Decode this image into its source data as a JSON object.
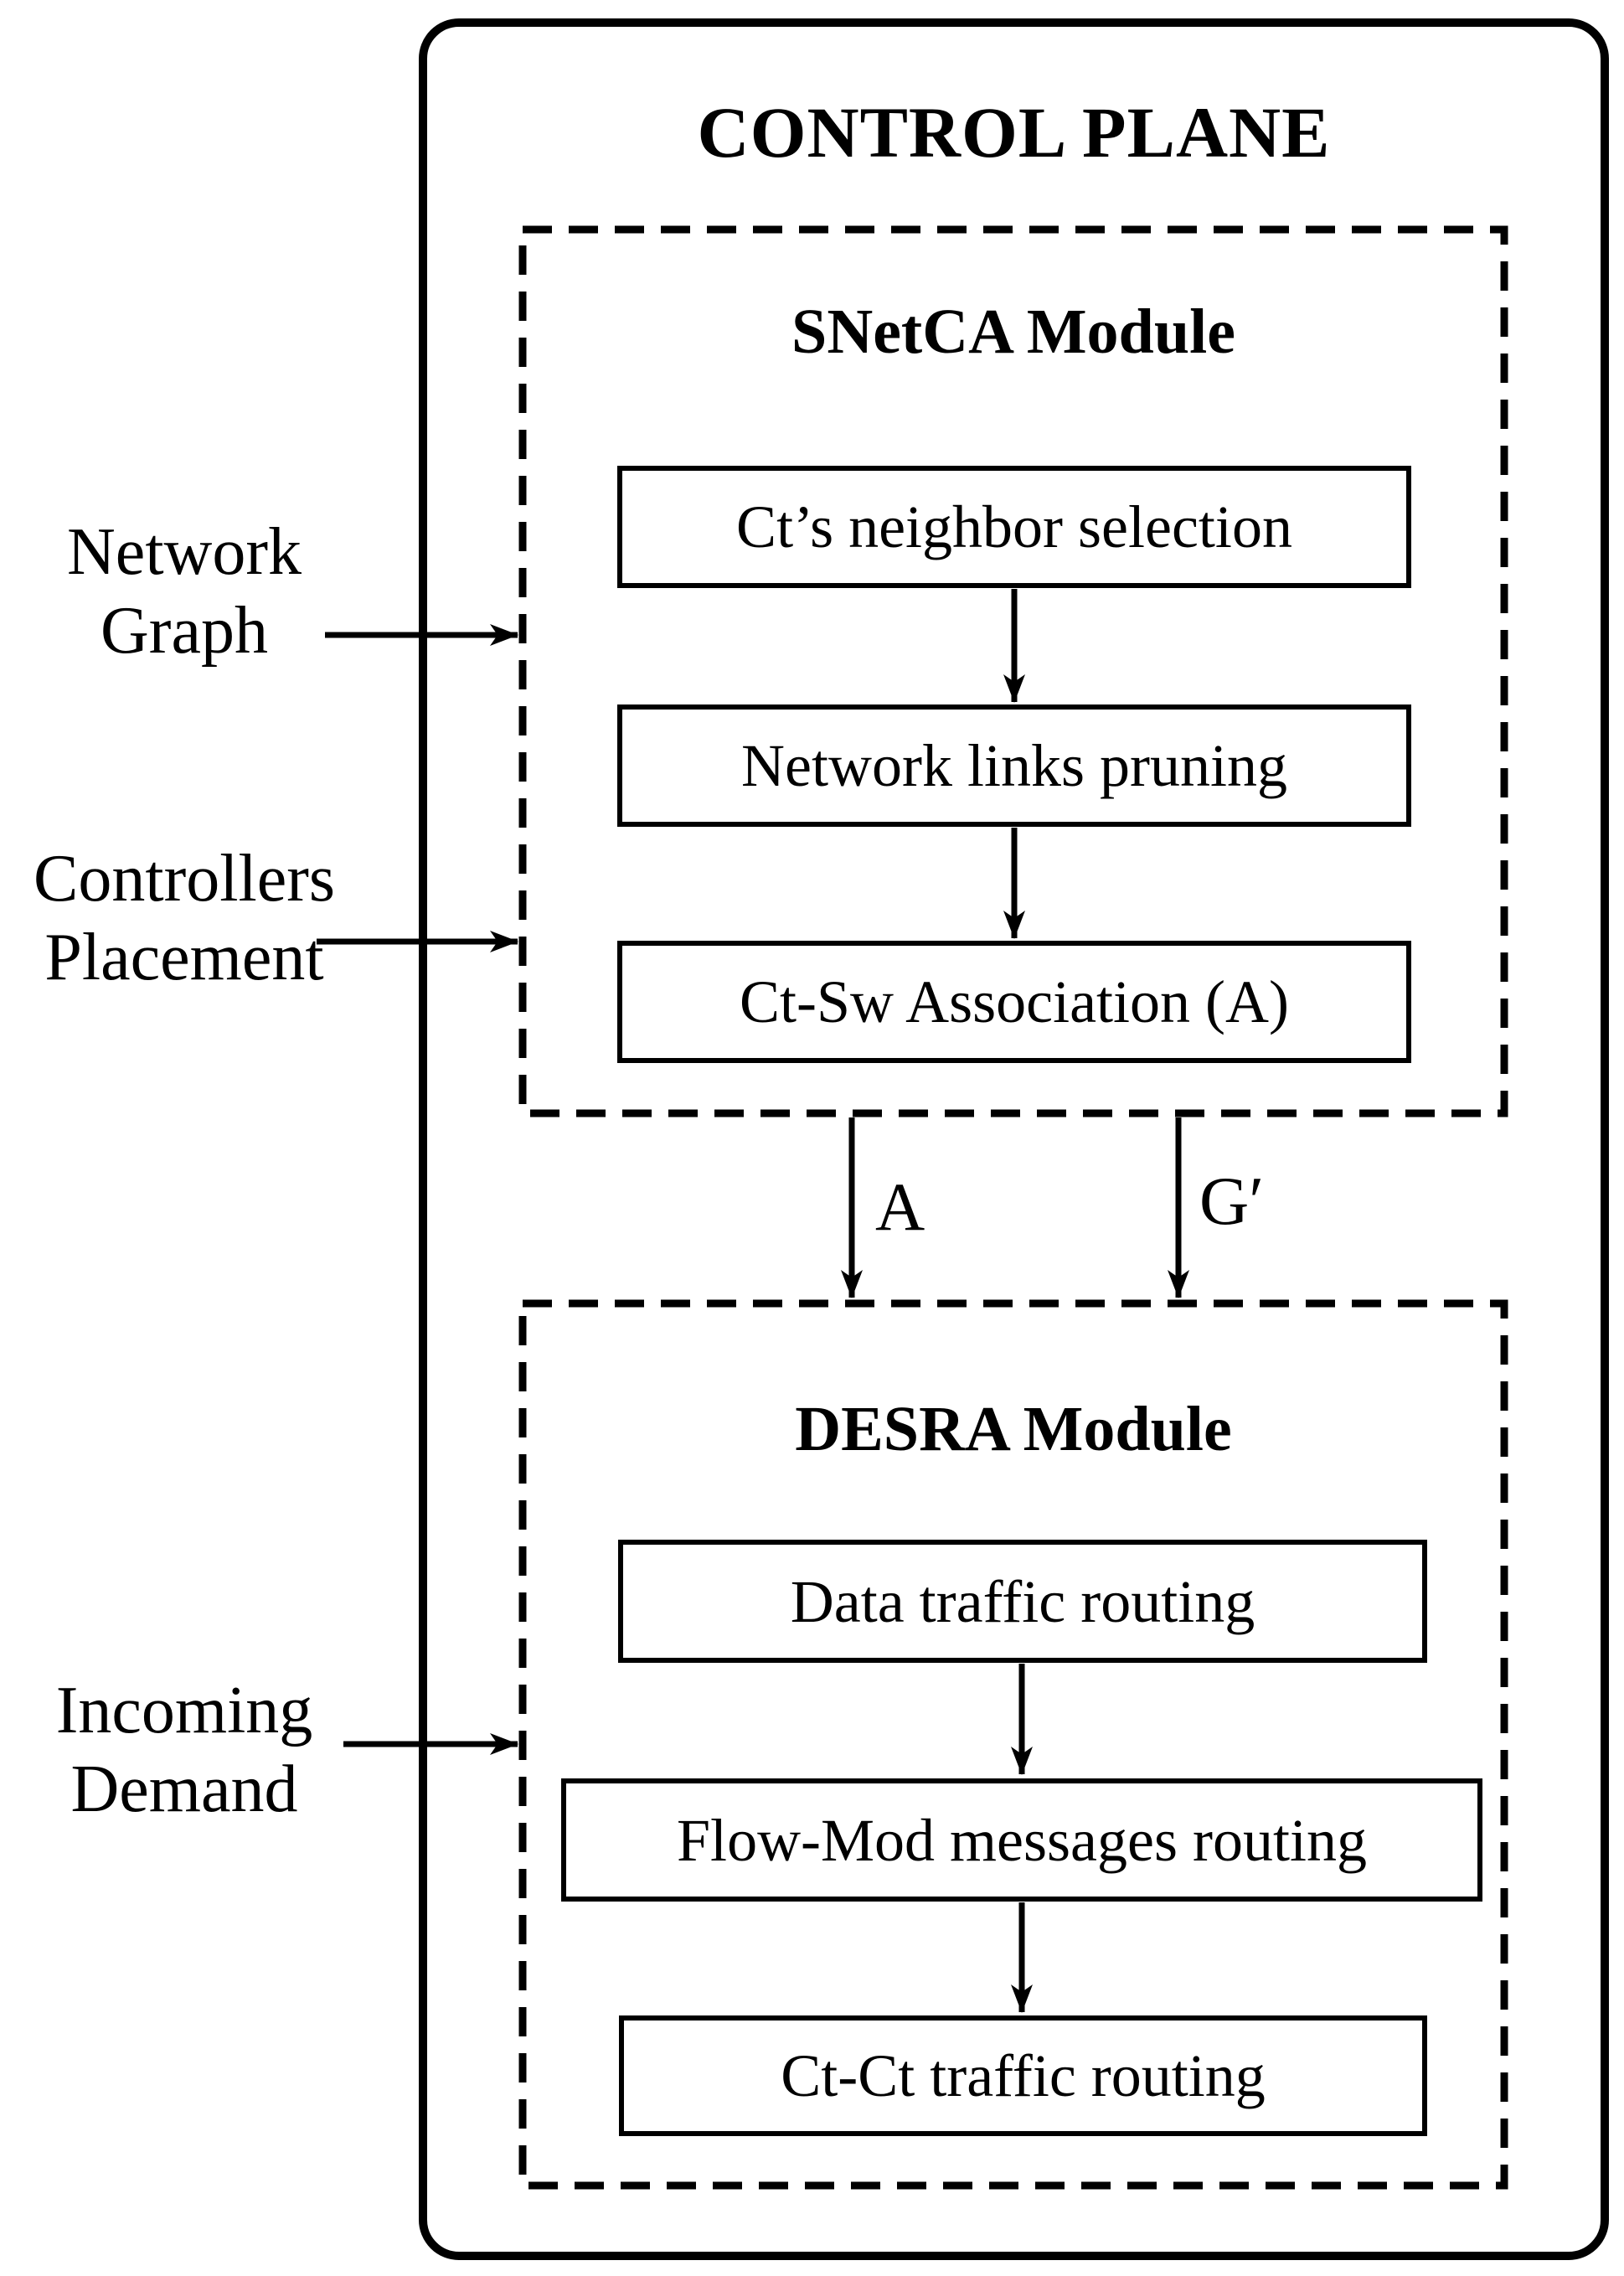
{
  "diagram": {
    "title": "CONTROL PLANE",
    "colors": {
      "ink": "#000000",
      "background": "#ffffff"
    },
    "modules": [
      {
        "title": "SNetCA Module",
        "boxes": [
          "Ct’s neighbor selection",
          "Network links pruning",
          "Ct-Sw Association (A)"
        ]
      },
      {
        "title": "DESRA Module",
        "boxes": [
          "Data traffic routing",
          "Flow-Mod messages routing",
          "Ct-Ct traffic routing"
        ]
      }
    ],
    "inter_module_arrows": [
      {
        "label": "A"
      },
      {
        "label": "G′"
      }
    ],
    "inputs": [
      {
        "lines": [
          "Network",
          "Graph"
        ],
        "target": "SNetCA Module"
      },
      {
        "lines": [
          "Controllers",
          "Placement"
        ],
        "target": "SNetCA Module"
      },
      {
        "lines": [
          "Incoming",
          "Demand"
        ],
        "target": "DESRA Module"
      }
    ]
  }
}
